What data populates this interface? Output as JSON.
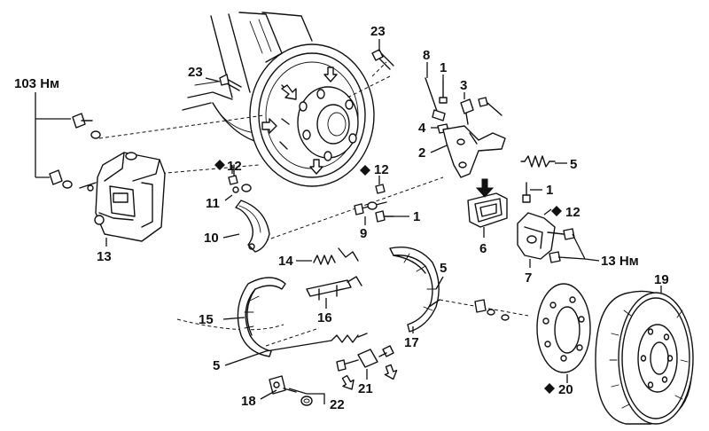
{
  "callouts": {
    "c1a": "1",
    "c1b": "1",
    "c1c": "1",
    "c2": "2",
    "c3": "3",
    "c4": "4",
    "c5a": "5",
    "c5b": "5",
    "c5c": "5",
    "c6": "6",
    "c7": "7",
    "c8": "8",
    "c9": "9",
    "c10": "10",
    "c11": "11",
    "c12a": "12",
    "c12b": "12",
    "c12c": "12",
    "c13": "13",
    "c14": "14",
    "c15": "15",
    "c16": "16",
    "c17": "17",
    "c18": "18",
    "c19": "19",
    "c20": "20",
    "c21": "21",
    "c22": "22",
    "c23a": "23",
    "c23b": "23"
  },
  "torque": {
    "caliper": "103 Нм",
    "bracket": "13 Нм"
  }
}
